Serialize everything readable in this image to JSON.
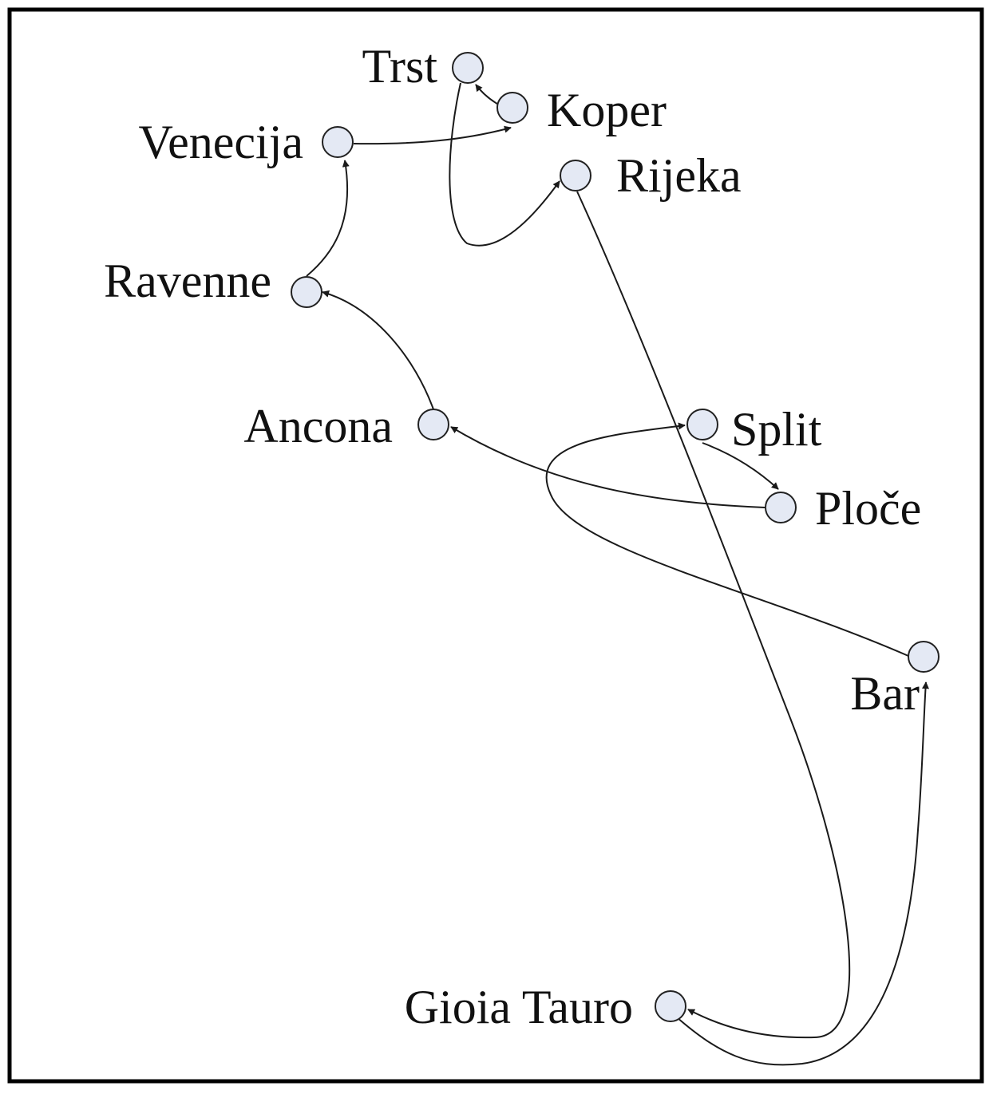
{
  "diagram": {
    "nodes": [
      {
        "id": "trst",
        "label": "Trst"
      },
      {
        "id": "koper",
        "label": "Koper"
      },
      {
        "id": "venecija",
        "label": "Venecija"
      },
      {
        "id": "rijeka",
        "label": "Rijeka"
      },
      {
        "id": "ravenne",
        "label": "Ravenne"
      },
      {
        "id": "ancona",
        "label": "Ancona"
      },
      {
        "id": "split",
        "label": "Split"
      },
      {
        "id": "ploce",
        "label": "Ploče"
      },
      {
        "id": "bar",
        "label": "Bar"
      },
      {
        "id": "gioia_tauro",
        "label": "Gioia Tauro"
      }
    ],
    "edges": [
      {
        "from": "venecija",
        "to": "koper"
      },
      {
        "from": "koper",
        "to": "trst"
      },
      {
        "from": "trst",
        "to": "rijeka"
      },
      {
        "from": "ravenne",
        "to": "venecija"
      },
      {
        "from": "ancona",
        "to": "ravenne"
      },
      {
        "from": "ploce",
        "to": "ancona"
      },
      {
        "from": "split",
        "to": "ploce"
      },
      {
        "from": "bar",
        "to": "split"
      },
      {
        "from": "rijeka",
        "to": "gioia_tauro"
      },
      {
        "from": "gioia_tauro",
        "to": "bar"
      }
    ],
    "colors": {
      "node_fill": "#e4e9f4",
      "node_stroke": "#222222",
      "edge": "#1a1a1a",
      "frame": "#000000"
    }
  }
}
